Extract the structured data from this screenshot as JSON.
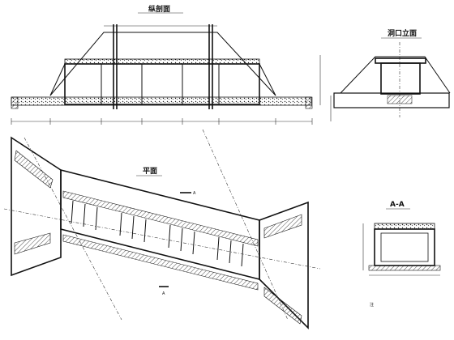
{
  "views": {
    "longitudinal": {
      "title": "纵剖面"
    },
    "portal": {
      "title": "洞口立面"
    },
    "plan": {
      "title": "平面"
    },
    "section": {
      "title": "A-A"
    }
  },
  "labels": {
    "section_mark": "A",
    "note": "注"
  }
}
